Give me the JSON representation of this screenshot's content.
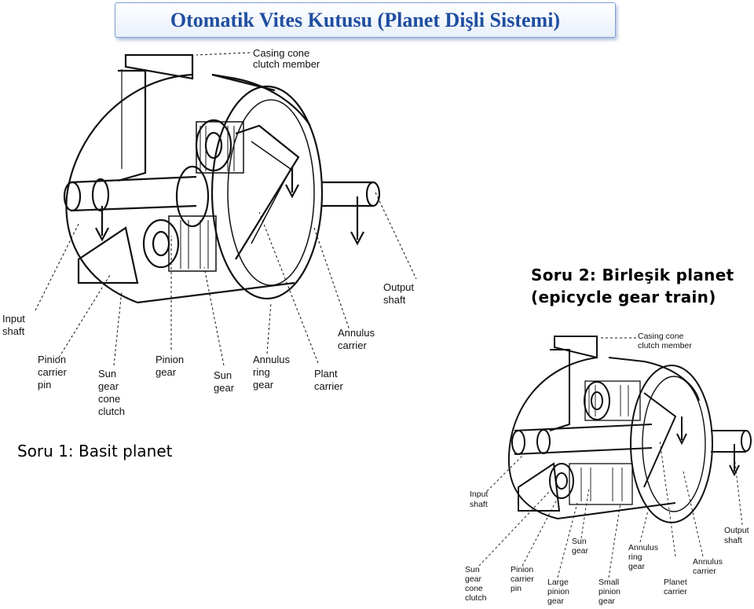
{
  "title": "Otomatik Vites Kutusu (Planet Dişli Sistemi)",
  "captions": {
    "question1": "Soru 1: Basit planet",
    "question2_line1": "Soru  2: Birleşik planet",
    "question2_line2": "(epicycle gear train)"
  },
  "diagram1": {
    "labels": {
      "casing_1": "Casing cone",
      "casing_2": "clutch member",
      "output_1": "Output",
      "output_2": "shaft",
      "input_1": "Input",
      "input_2": "shaft",
      "annulus_carrier_1": "Annulus",
      "annulus_carrier_2": "carrier",
      "pinion_pin_1": "Pinion",
      "pinion_pin_2": "carrier",
      "pinion_pin_3": "pin",
      "sun_clutch_1": "Sun",
      "sun_clutch_2": "gear",
      "sun_clutch_3": "cone",
      "sun_clutch_4": "clutch",
      "pinion_gear_1": "Pinion",
      "pinion_gear_2": "gear",
      "sun_gear_1": "Sun",
      "sun_gear_2": "gear",
      "annulus_ring_1": "Annulus",
      "annulus_ring_2": "ring",
      "annulus_ring_3": "gear",
      "plant_carrier_1": "Plant",
      "plant_carrier_2": "carrier"
    }
  },
  "diagram2": {
    "labels": {
      "casing_1": "Casing cone",
      "casing_2": "clutch member",
      "input_1": "Input",
      "input_2": "shaft",
      "output_1": "Output",
      "output_2": "shaft",
      "sun_clutch_1": "Sun",
      "sun_clutch_2": "gear",
      "sun_clutch_3": "cone",
      "sun_clutch_4": "clutch",
      "pinion_pin_1": "Pinion",
      "pinion_pin_2": "carrier",
      "pinion_pin_3": "pin",
      "large_pinion_1": "Large",
      "large_pinion_2": "pinion",
      "large_pinion_3": "gear",
      "sun_gear_1": "Sun",
      "sun_gear_2": "gear",
      "small_pinion_1": "Small",
      "small_pinion_2": "pinion",
      "small_pinion_3": "gear",
      "annulus_ring_1": "Annulus",
      "annulus_ring_2": "ring",
      "annulus_ring_3": "gear",
      "planet_carrier_1": "Planet",
      "planet_carrier_2": "carrier",
      "annulus_carrier_1": "Annulus",
      "annulus_carrier_2": "carrier"
    }
  }
}
